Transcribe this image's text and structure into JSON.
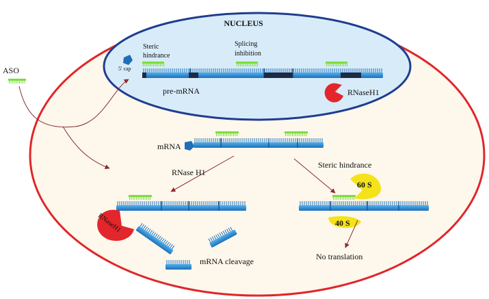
{
  "labels": {
    "aso": "ASO",
    "nucleus": "NUCLEUS",
    "steric_hindrance_nucleus_line1": "Steric",
    "steric_hindrance_nucleus_line2": "hindrance",
    "splicing_line1": "Splicing",
    "splicing_line2": "inhibition",
    "five_cap": "5' cap",
    "pre_mrna": "pre-mRNA",
    "rnaseh1_nucleus": "RNaseH1",
    "mrna": "mRNA",
    "rnase_h1_pathway": "RNase H1",
    "steric_hindrance_pathway": "Steric hindrance",
    "rnaseh1_enzyme": "RNaseH1",
    "sixty_s": "60 S",
    "forty_s": "40 S",
    "mrna_cleavage": "mRNA cleavage",
    "no_translation": "No translation"
  },
  "colors": {
    "cell_membrane": "#e0262a",
    "cytoplasm": "#fdf7ec",
    "nuclear_membrane": "#1f3d8f",
    "nucleoplasm": "#d8ebf9",
    "rna_strand": "#2f8fd6",
    "rna_tick": "#1e6fb8",
    "intron": "#1b2a45",
    "aso": "#7ddc3e",
    "rnase": "#e3262b",
    "ribosome": "#f4e21a",
    "arrow": "#8a2b2b"
  }
}
